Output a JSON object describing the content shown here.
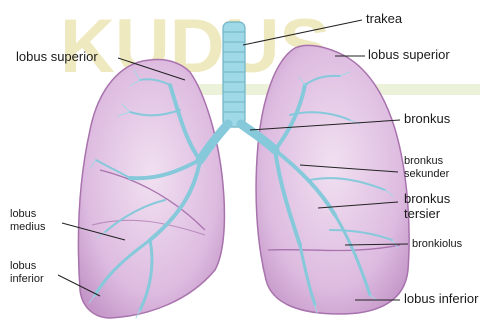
{
  "watermark": {
    "text": "KUDUS",
    "color": "#e8dfa0"
  },
  "colors": {
    "lung_fill": "#e2c2e4",
    "lung_edge": "#b07ab5",
    "airway": "#a6dce8",
    "airway_edge": "#6fb3c4",
    "leader": "#222222"
  },
  "labels": {
    "trakea": "trakea",
    "lobus_superior_left": "lobus  superior",
    "lobus_superior_right": "lobus  superior",
    "bronkus": "bronkus",
    "bronkus_sekunder_1": "bronkus",
    "bronkus_sekunder_2": "sekunder",
    "bronkus_tersier_1": "bronkus",
    "bronkus_tersier_2": "tersier",
    "bronkiolus": "bronkiolus",
    "lobus_medius_1": "lobus",
    "lobus_medius_2": "medius",
    "lobus_inferior_left_1": "lobus",
    "lobus_inferior_left_2": "inferior",
    "lobus_inferior_right": "lobus  inferior"
  }
}
